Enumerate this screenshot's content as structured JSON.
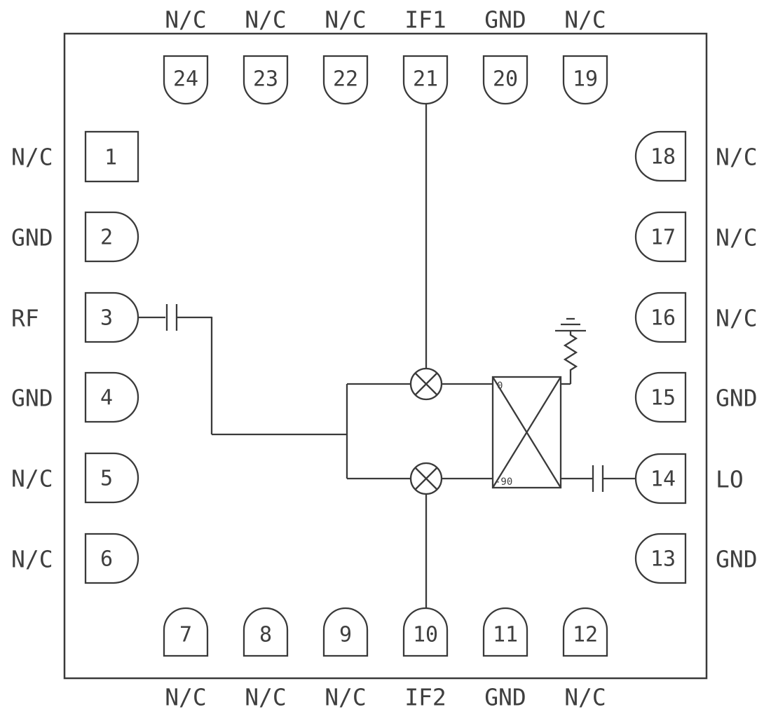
{
  "diagram": {
    "kind": "ic-pinout-functional-diagram",
    "pin_count": 24,
    "colors": {
      "line": "#3a3a3a",
      "text": "#3f3f3f",
      "background": "#ffffff"
    }
  },
  "pins": {
    "top": [
      {
        "number": "24",
        "label": "N/C"
      },
      {
        "number": "23",
        "label": "N/C"
      },
      {
        "number": "22",
        "label": "N/C"
      },
      {
        "number": "21",
        "label": "IF1"
      },
      {
        "number": "20",
        "label": "GND"
      },
      {
        "number": "19",
        "label": "N/C"
      }
    ],
    "bottom": [
      {
        "number": "7",
        "label": "N/C"
      },
      {
        "number": "8",
        "label": "N/C"
      },
      {
        "number": "9",
        "label": "N/C"
      },
      {
        "number": "10",
        "label": "IF2"
      },
      {
        "number": "11",
        "label": "GND"
      },
      {
        "number": "12",
        "label": "N/C"
      }
    ],
    "left": [
      {
        "number": "1",
        "label": "N/C"
      },
      {
        "number": "2",
        "label": "GND"
      },
      {
        "number": "3",
        "label": "RF"
      },
      {
        "number": "4",
        "label": "GND"
      },
      {
        "number": "5",
        "label": "N/C"
      },
      {
        "number": "6",
        "label": "N/C"
      }
    ],
    "right": [
      {
        "number": "18",
        "label": "N/C"
      },
      {
        "number": "17",
        "label": "N/C"
      },
      {
        "number": "16",
        "label": "N/C"
      },
      {
        "number": "15",
        "label": "GND"
      },
      {
        "number": "14",
        "label": "LO"
      },
      {
        "number": "13",
        "label": "GND"
      }
    ]
  },
  "coupler": {
    "port_top": "0",
    "port_bottom": "-90"
  }
}
